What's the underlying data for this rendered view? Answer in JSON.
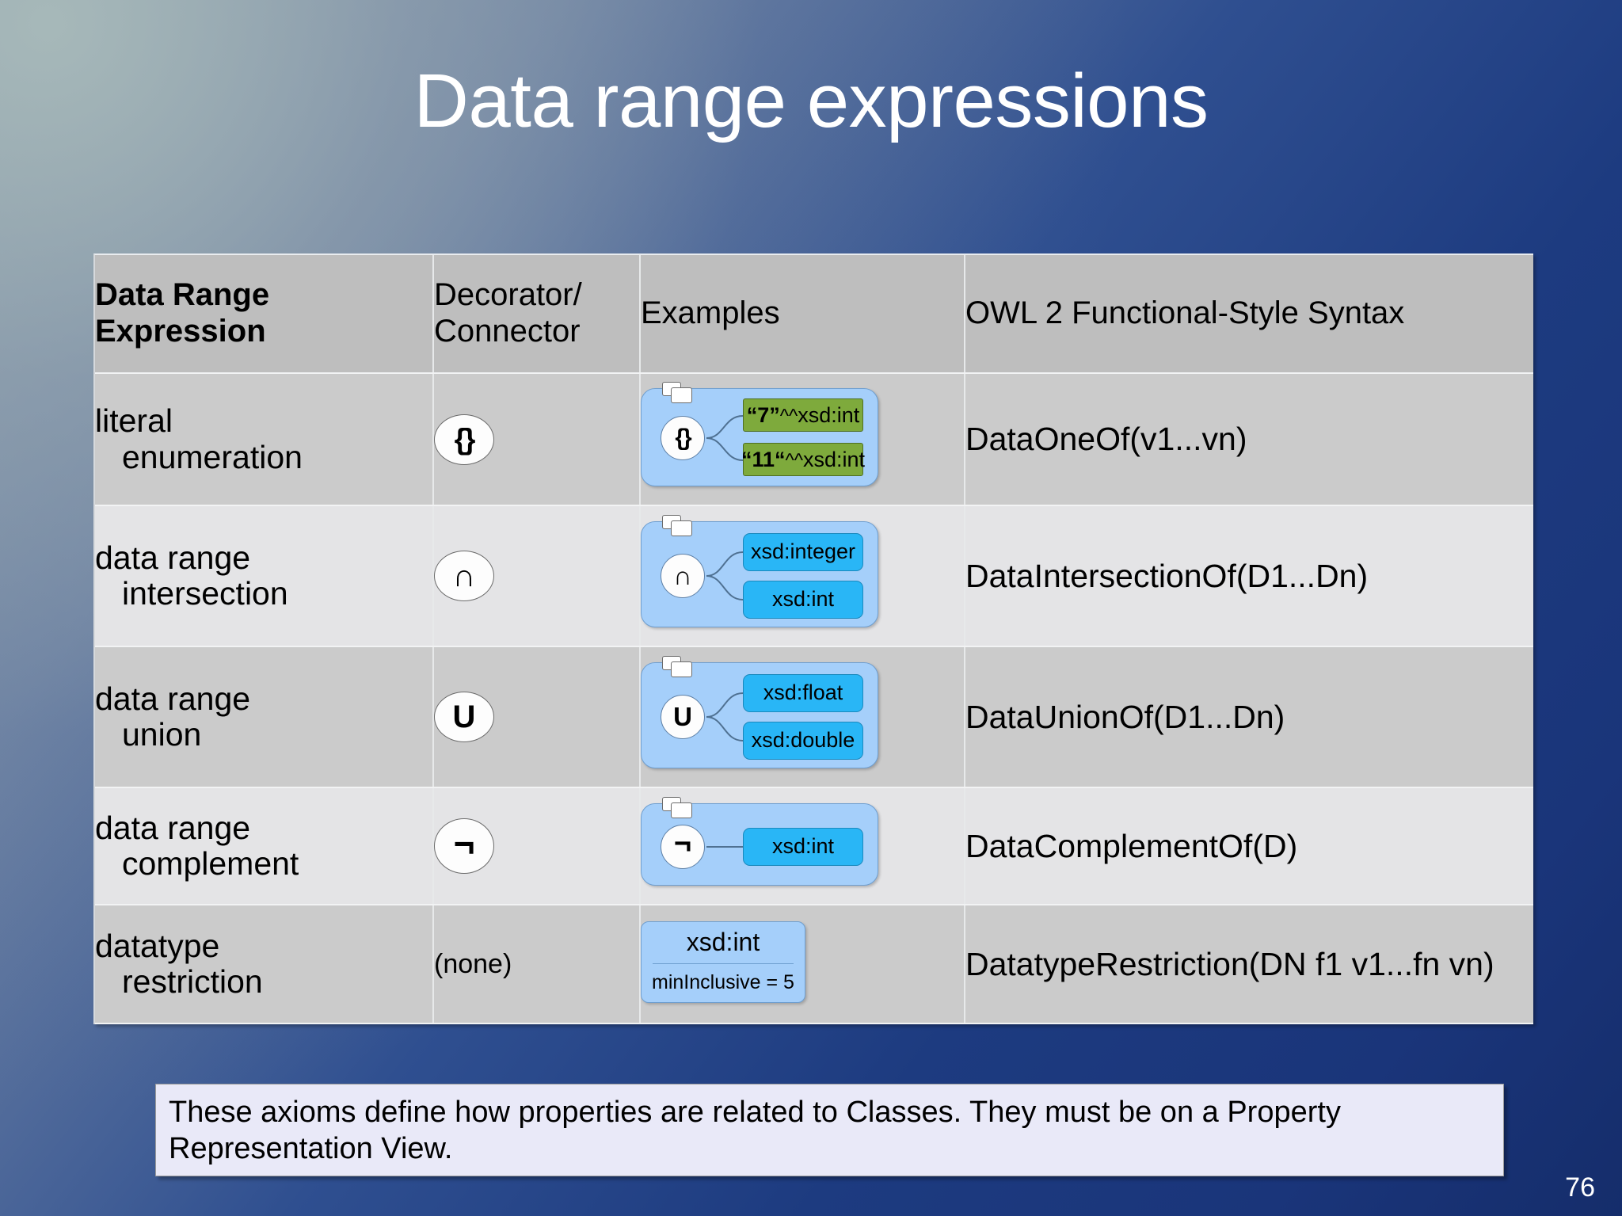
{
  "slide": {
    "title": "Data range expressions",
    "page_number": "76",
    "caption": "These axioms define how properties are related to Classes.  They must be on a Property Representation View.",
    "colors": {
      "background_top_left": "#97a4ac",
      "background_bottom_right": "#1a357a",
      "header_row": "#bebebe",
      "row_odd": "#cbcbcb",
      "row_even": "#e4e4e6",
      "node_fill": "#a5cffa",
      "literal_fill": "#7eaa3c",
      "datatype_fill": "#29b6f6",
      "caption_fill": "#e9e9f8"
    }
  },
  "table": {
    "headers": [
      "Data Range Expression",
      "Decorator/ Connector",
      "Examples",
      "OWL 2 Functional-Style Syntax"
    ],
    "headers_lines": {
      "col1_line1": "Data Range",
      "col1_line2": "Expression",
      "col2_line1": "Decorator/",
      "col2_line2": "Connector",
      "col3": "Examples",
      "col4": "OWL 2 Functional-Style Syntax"
    },
    "rows": [
      {
        "expression_line1": "literal",
        "expression_line2": "enumeration",
        "decorator_symbol": "{}",
        "decorator_name": "braces-enumeration-icon",
        "example": {
          "kind": "two-value-node",
          "connector": "{}",
          "values": [
            {
              "quote_open": "“",
              "value": "7",
              "quote_close": "”",
              "suffix": "^^xsd:int"
            },
            {
              "quote_open": "“",
              "value": "11",
              "quote_close": "“",
              "suffix": "^^xsd:int"
            }
          ]
        },
        "syntax": "DataOneOf(v1...vn)"
      },
      {
        "expression_line1": "data range",
        "expression_line2": "intersection",
        "decorator_symbol": "∩",
        "decorator_name": "intersection-icon",
        "example": {
          "kind": "two-value-node",
          "connector": "∩",
          "values": [
            {
              "value": "xsd:integer"
            },
            {
              "value": "xsd:int"
            }
          ]
        },
        "syntax": "DataIntersectionOf(D1...Dn)"
      },
      {
        "expression_line1": "data range",
        "expression_line2": "union",
        "decorator_symbol": "U",
        "decorator_name": "union-icon",
        "example": {
          "kind": "two-value-node",
          "connector": "U",
          "values": [
            {
              "value": "xsd:float"
            },
            {
              "value": "xsd:double"
            }
          ]
        },
        "syntax": "DataUnionOf(D1...Dn)"
      },
      {
        "expression_line1": "data range",
        "expression_line2": "complement",
        "decorator_symbol": "¬",
        "decorator_name": "negation-icon",
        "example": {
          "kind": "one-value-node",
          "connector": "¬",
          "values": [
            {
              "value": "xsd:int"
            }
          ]
        },
        "syntax": "DataComplementOf(D)"
      },
      {
        "expression_line1": "datatype",
        "expression_line2": "restriction",
        "decorator_symbol": "(none)",
        "decorator_name": "no-decorator-label",
        "example": {
          "kind": "datatype-restriction-box",
          "datatype": "xsd:int",
          "facet": "minInclusive = 5"
        },
        "syntax": "DatatypeRestriction(DN f1 v1...fn vn)"
      }
    ]
  }
}
